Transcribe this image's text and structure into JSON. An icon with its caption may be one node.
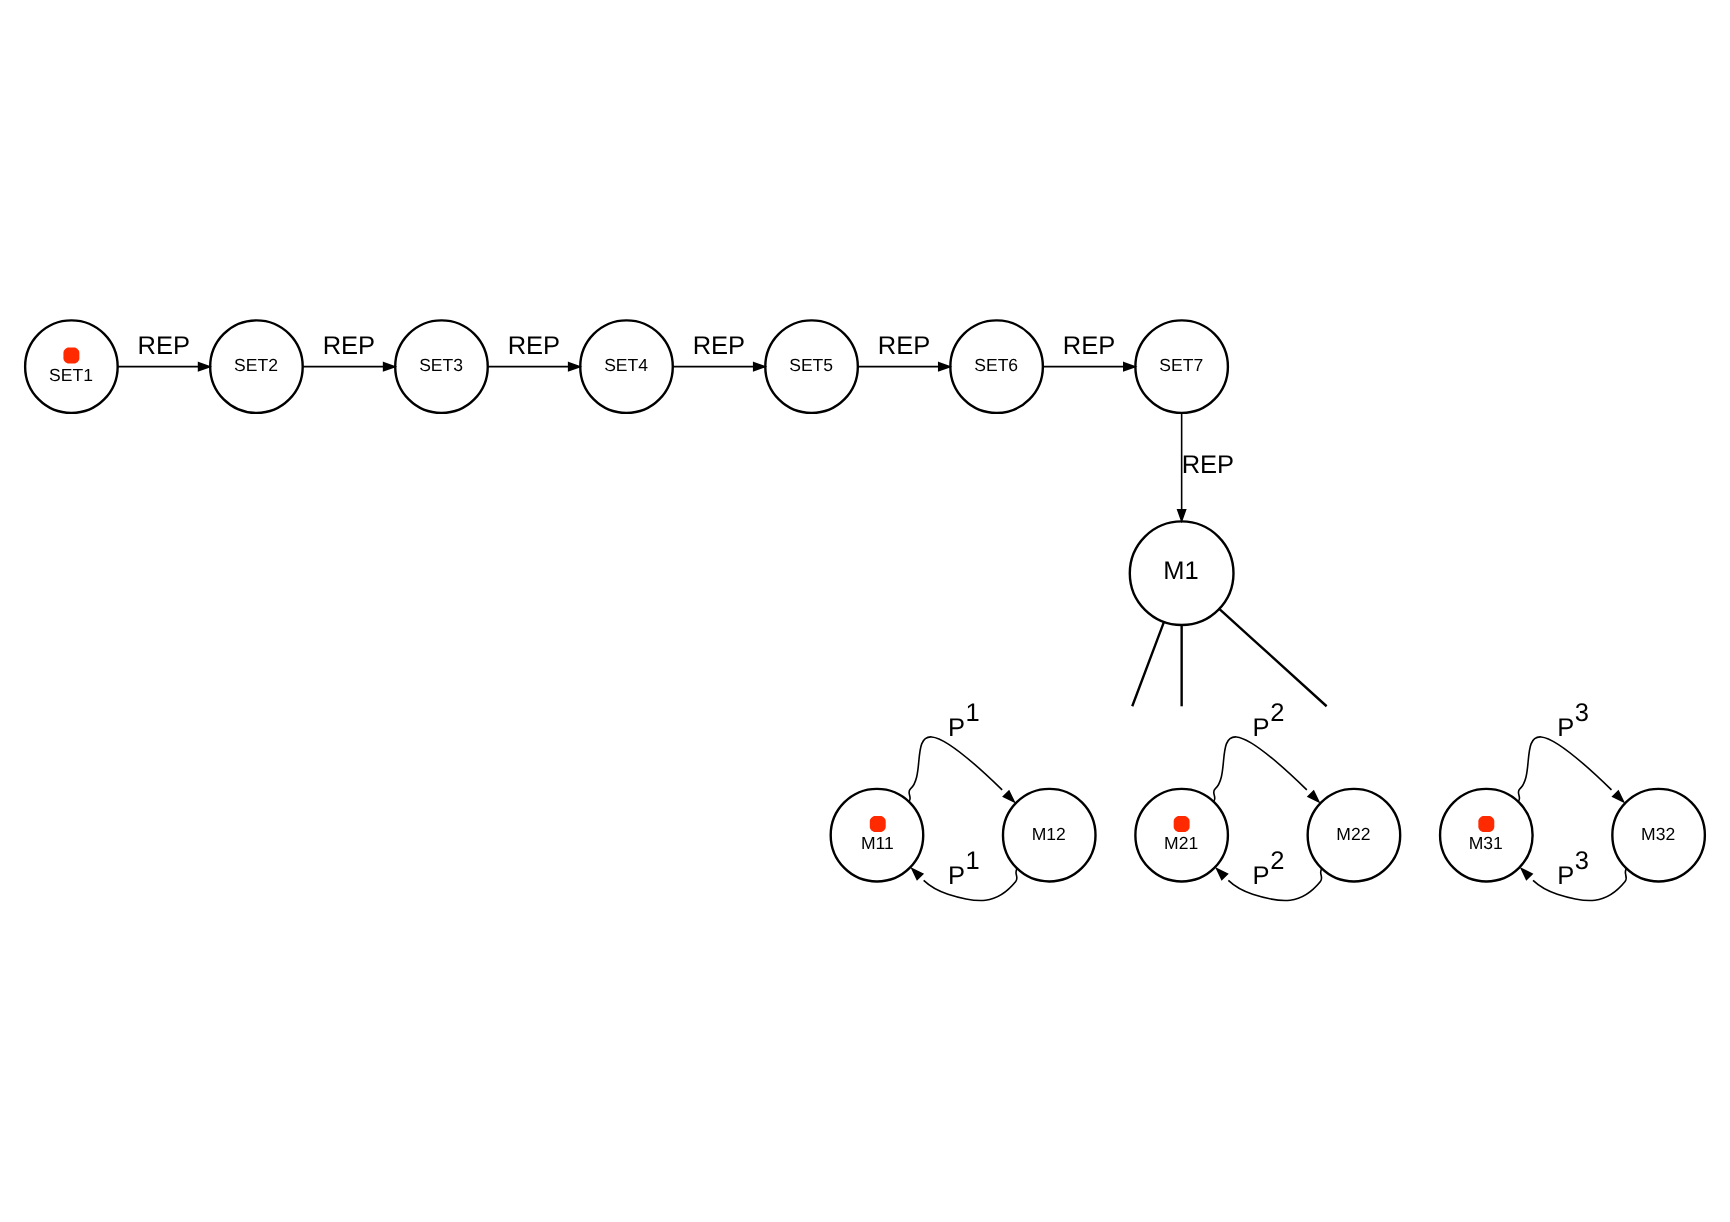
{
  "diagram": {
    "nodes": [
      {
        "text": [
          "SET1"
        ]
      },
      {
        "text": [
          "SET2"
        ]
      },
      {
        "text": [
          "SET3"
        ]
      },
      {
        "text": [
          "SET4"
        ]
      },
      {
        "text": [
          "SET5"
        ]
      },
      {
        "text": [
          "SET6"
        ]
      },
      {
        "text": [
          "SET7"
        ]
      },
      {
        "text": [
          "M1"
        ]
      },
      {
        "text": [
          "M11"
        ]
      },
      {
        "text": [
          "M12"
        ]
      },
      {
        "text": [
          "M21"
        ]
      },
      {
        "text": [
          "M22"
        ]
      },
      {
        "text": [
          "M31"
        ]
      },
      {
        "text": [
          "M32"
        ]
      }
    ],
    "edges": [
      {
        "from": 0,
        "to": 1,
        "arrow": "to",
        "label": "REP"
      },
      {
        "from": 1,
        "to": 2,
        "arrow": "to",
        "label": "REP"
      },
      {
        "from": 2,
        "to": 3,
        "arrow": "to",
        "label": "REP"
      },
      {
        "from": 3,
        "to": 4,
        "arrow": "to",
        "label": "REP"
      },
      {
        "from": 4,
        "to": 5,
        "arrow": "to",
        "label": "REP"
      },
      {
        "from": 5,
        "to": 6,
        "arrow": "to",
        "label": "REP"
      },
      {
        "from": 6,
        "to": 7,
        "arrow": "to",
        "label": "REP"
      },
      {
        "from": 7,
        "to": null,
        "arrow": "none"
      },
      {
        "from": 7,
        "to": null,
        "arrow": "none"
      },
      {
        "from": 7,
        "to": null,
        "arrow": "none"
      },
      {
        "from": 8,
        "to": 9,
        "arrow": "to",
        "label": "P$^{1}$"
      },
      {
        "from": 9,
        "to": 8,
        "arrow": "to",
        "label": "P$^{1}$"
      },
      {
        "from": 10,
        "to": 11,
        "arrow": "to",
        "label": "P$^{2}$"
      },
      {
        "from": 11,
        "to": 10,
        "arrow": "to",
        "label": "P$^{2}$"
      },
      {
        "from": 12,
        "to": 13,
        "arrow": "to",
        "label": "P$^{3}$"
      },
      {
        "from": 13,
        "to": 12,
        "arrow": "to",
        "label": "P$^{3}$"
      }
    ]
  }
}
